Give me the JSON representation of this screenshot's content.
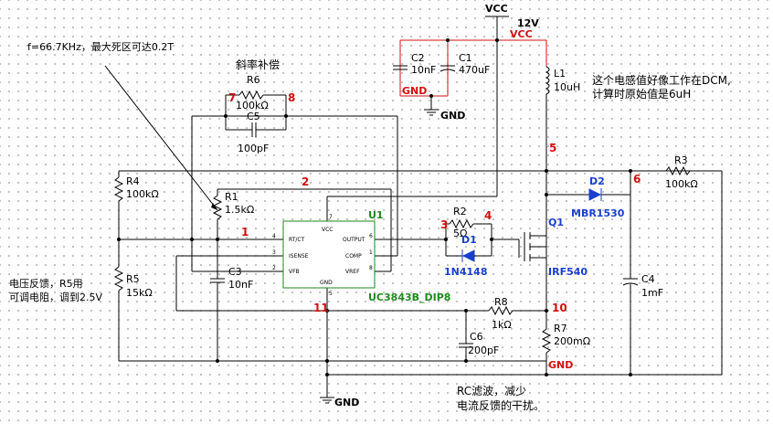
{
  "annotations": {
    "freq_note": "f=66.7KHz，最大死区可达0.2T",
    "slope_comp": "斜率补偿",
    "inductor_note_1": "这个电感值好像工作在DCM,",
    "inductor_note_2": "计算时原始值是6uH",
    "feedback_note_1": "电压反馈，R5用",
    "feedback_note_2": "可调电阻，调到2.5V",
    "rc_note_1": "RC滤波，减少",
    "rc_note_2": "电流反馈的干扰。"
  },
  "supply": {
    "vcc_top": "VCC",
    "vcc_net": "VCC",
    "voltage": "12V",
    "gnd": "GND"
  },
  "components": {
    "C2": {
      "ref": "C2",
      "value": "10nF"
    },
    "C1": {
      "ref": "C1",
      "value": "470uF"
    },
    "L1": {
      "ref": "L1",
      "value": "10uH"
    },
    "R6": {
      "ref": "R6",
      "value": "100kΩ"
    },
    "C5": {
      "ref": "C5",
      "value": "100pF"
    },
    "R4": {
      "ref": "R4",
      "value": "100kΩ"
    },
    "R1": {
      "ref": "R1",
      "value": "1.5kΩ"
    },
    "R5": {
      "ref": "R5",
      "value": "15kΩ"
    },
    "C3": {
      "ref": "C3",
      "value": "10nF"
    },
    "R2": {
      "ref": "R2",
      "value": "5Ω"
    },
    "D1": {
      "ref": "D1",
      "value": "1N4148"
    },
    "Q1": {
      "ref": "Q1",
      "value": "IRF540"
    },
    "D2": {
      "ref": "D2",
      "value": "MBR1530"
    },
    "R3": {
      "ref": "R3",
      "value": "100kΩ"
    },
    "C4": {
      "ref": "C4",
      "value": "1mF"
    },
    "R8": {
      "ref": "R8",
      "value": "1kΩ"
    },
    "C6": {
      "ref": "C6",
      "value": "200pF"
    },
    "R7": {
      "ref": "R7",
      "value": "200mΩ"
    },
    "U1": {
      "ref": "U1",
      "value": "UC3843B_DIP8"
    }
  },
  "ic_pins": {
    "vcc": "VCC",
    "rtct": "RT/CT",
    "output": "OUTPUT",
    "isense": "ISENSE",
    "comp": "COMP",
    "vfb": "VFB",
    "vref": "VREF",
    "gnd": "GND",
    "n7": "7",
    "n6": "6",
    "n4": "4",
    "n3": "3",
    "n1": "1",
    "n2": "2",
    "n8": "8",
    "n5": "5"
  },
  "nets": {
    "n1": "1",
    "n2": "2",
    "n3": "3",
    "n4": "4",
    "n5": "5",
    "n6": "6",
    "n7": "7",
    "n8": "8",
    "n10": "10",
    "n11": "11",
    "gnd_c2": "GND",
    "gnd_r7": "GND"
  },
  "colors": {
    "net": "#d21010",
    "part": "#1a3fcf",
    "ic": "#1e8a1e",
    "wire": "#000000"
  }
}
